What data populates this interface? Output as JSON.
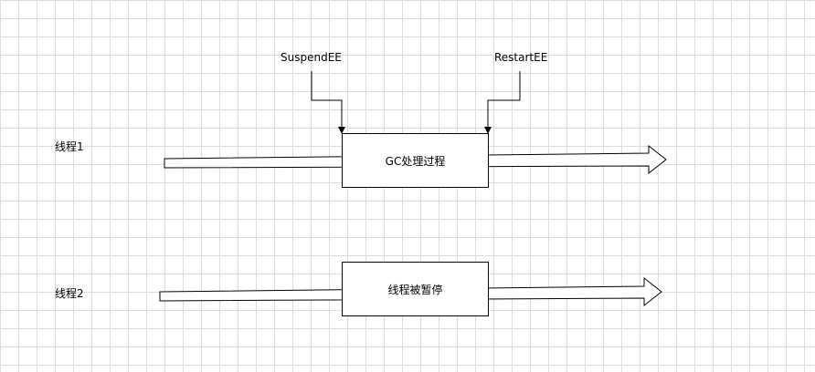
{
  "lanes": [
    {
      "label": "线程1",
      "box_text": "GC处理过程"
    },
    {
      "label": "线程2",
      "box_text": "线程被暂停"
    }
  ],
  "markers": {
    "suspend": "SuspendEE",
    "restart": "RestartEE"
  },
  "colors": {
    "stroke": "#000000",
    "fill": "#ffffff",
    "grid": "#dcdcdc"
  }
}
